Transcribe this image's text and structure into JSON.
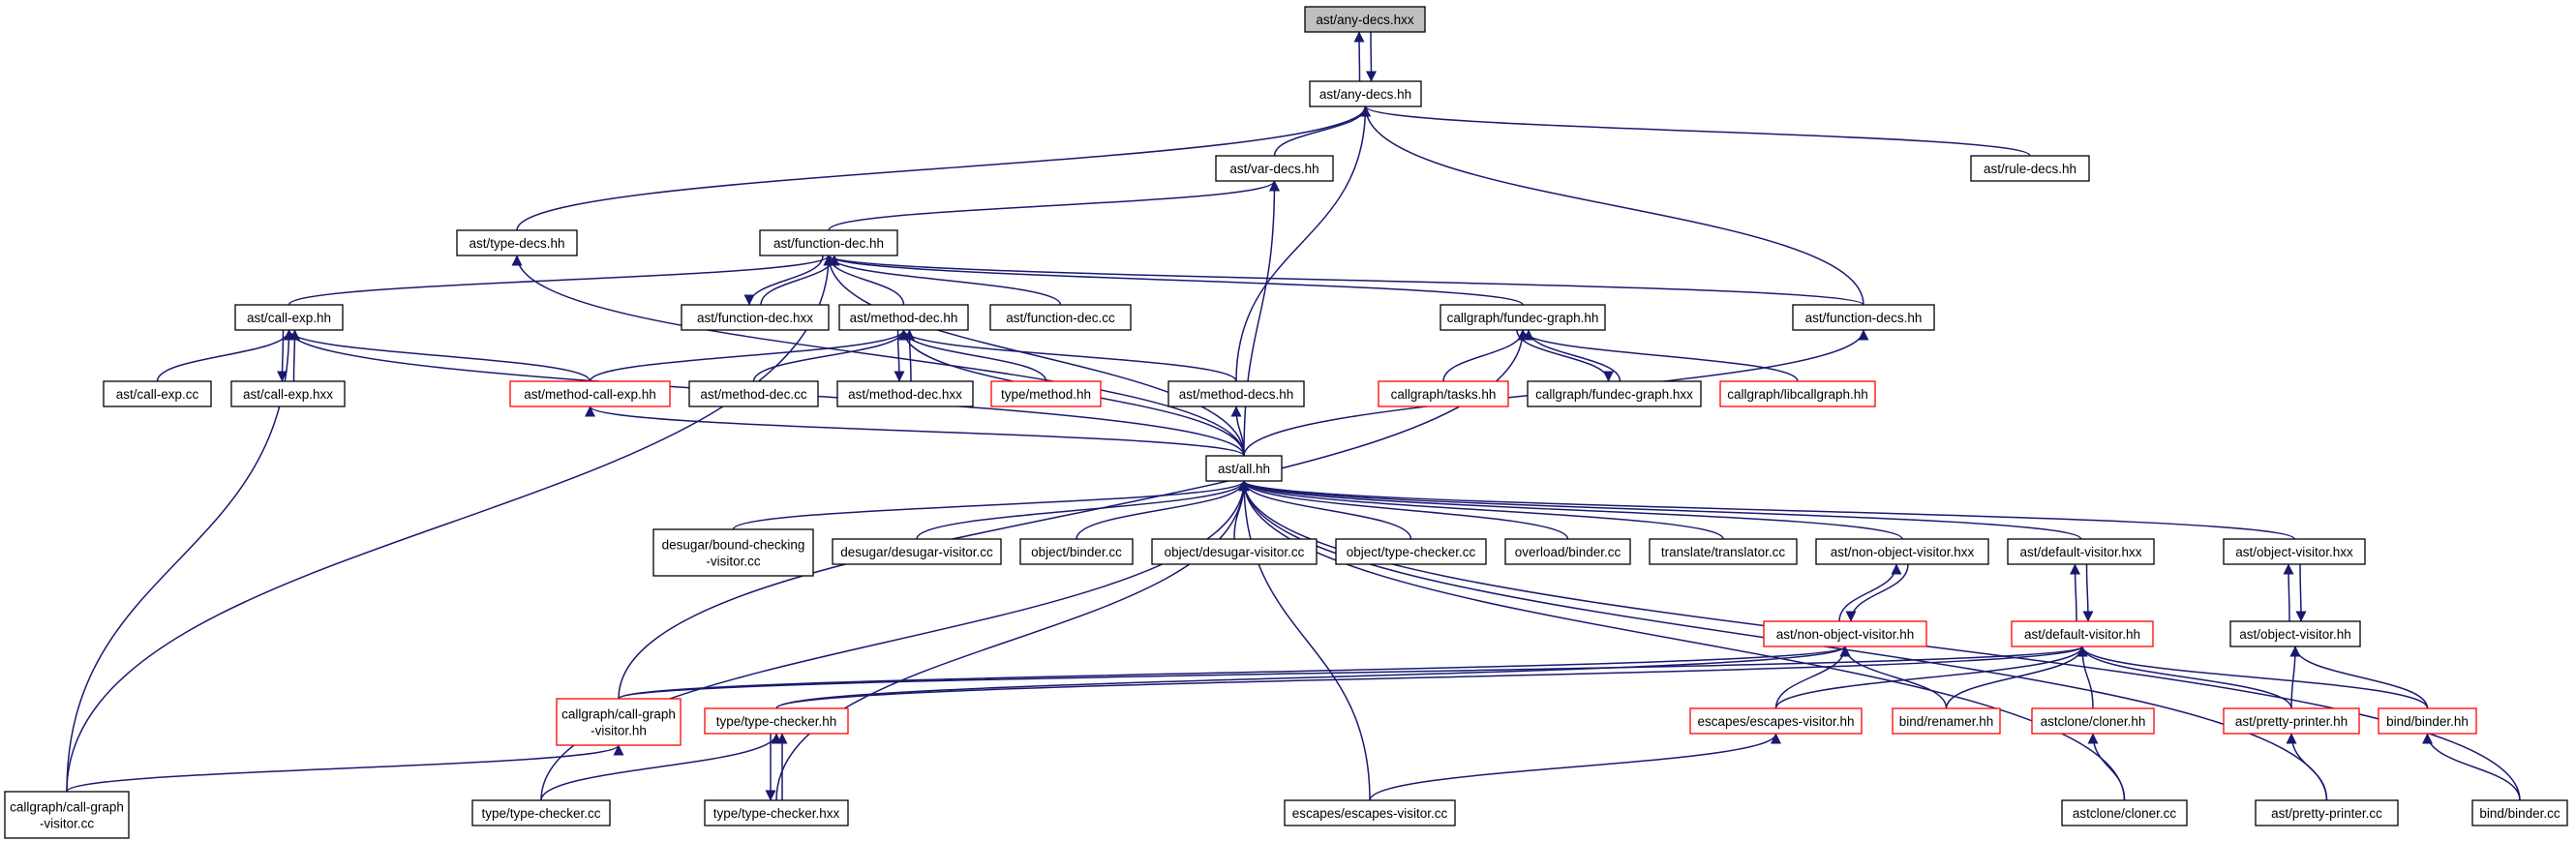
{
  "nodes": [
    {
      "id": "anydecs_hxx",
      "label": [
        "ast/any-decs.hxx"
      ],
      "style": "root"
    },
    {
      "id": "anydecs_hh",
      "label": [
        "ast/any-decs.hh"
      ],
      "style": "normal"
    },
    {
      "id": "vardecs_hh",
      "label": [
        "ast/var-decs.hh"
      ],
      "style": "normal"
    },
    {
      "id": "ruledecs_hh",
      "label": [
        "ast/rule-decs.hh"
      ],
      "style": "normal"
    },
    {
      "id": "typedecs_hh",
      "label": [
        "ast/type-decs.hh"
      ],
      "style": "normal"
    },
    {
      "id": "functiondec_hh",
      "label": [
        "ast/function-dec.hh"
      ],
      "style": "normal"
    },
    {
      "id": "callexp_hh",
      "label": [
        "ast/call-exp.hh"
      ],
      "style": "normal"
    },
    {
      "id": "functiondec_hxx",
      "label": [
        "ast/function-dec.hxx"
      ],
      "style": "normal"
    },
    {
      "id": "methoddec_hh",
      "label": [
        "ast/method-dec.hh"
      ],
      "style": "normal"
    },
    {
      "id": "functiondec_cc",
      "label": [
        "ast/function-dec.cc"
      ],
      "style": "normal"
    },
    {
      "id": "fundecgraph_hh",
      "label": [
        "callgraph/fundec-graph.hh"
      ],
      "style": "normal"
    },
    {
      "id": "functiondecs_hh",
      "label": [
        "ast/function-decs.hh"
      ],
      "style": "normal"
    },
    {
      "id": "callexp_cc",
      "label": [
        "ast/call-exp.cc"
      ],
      "style": "normal"
    },
    {
      "id": "callexp_hxx",
      "label": [
        "ast/call-exp.hxx"
      ],
      "style": "normal"
    },
    {
      "id": "methodcallexp_hh",
      "label": [
        "ast/method-call-exp.hh"
      ],
      "style": "red"
    },
    {
      "id": "methoddec_cc",
      "label": [
        "ast/method-dec.cc"
      ],
      "style": "normal"
    },
    {
      "id": "methoddec_hxx",
      "label": [
        "ast/method-dec.hxx"
      ],
      "style": "normal"
    },
    {
      "id": "typemethod_hh",
      "label": [
        "type/method.hh"
      ],
      "style": "red"
    },
    {
      "id": "methoddecs_hh",
      "label": [
        "ast/method-decs.hh"
      ],
      "style": "normal"
    },
    {
      "id": "cgtasks_hh",
      "label": [
        "callgraph/tasks.hh"
      ],
      "style": "red"
    },
    {
      "id": "fundecgraph_hxx",
      "label": [
        "callgraph/fundec-graph.hxx"
      ],
      "style": "normal"
    },
    {
      "id": "libcallgraph_hh",
      "label": [
        "callgraph/libcallgraph.hh"
      ],
      "style": "red"
    },
    {
      "id": "all_hh",
      "label": [
        "ast/all.hh"
      ],
      "style": "normal"
    },
    {
      "id": "boundchecking_cc",
      "label": [
        "desugar/bound-checking",
        "-visitor.cc"
      ],
      "style": "normal"
    },
    {
      "id": "desugarvisitor_cc",
      "label": [
        "desugar/desugar-visitor.cc"
      ],
      "style": "normal"
    },
    {
      "id": "objbinder_cc",
      "label": [
        "object/binder.cc"
      ],
      "style": "normal"
    },
    {
      "id": "objdesugar_cc",
      "label": [
        "object/desugar-visitor.cc"
      ],
      "style": "normal"
    },
    {
      "id": "objtypechecker_cc",
      "label": [
        "object/type-checker.cc"
      ],
      "style": "normal"
    },
    {
      "id": "overloadbinder_cc",
      "label": [
        "overload/binder.cc"
      ],
      "style": "normal"
    },
    {
      "id": "translator_cc",
      "label": [
        "translate/translator.cc"
      ],
      "style": "normal"
    },
    {
      "id": "nonobjvisitor_hxx",
      "label": [
        "ast/non-object-visitor.hxx"
      ],
      "style": "normal"
    },
    {
      "id": "defaultvisitor_hxx",
      "label": [
        "ast/default-visitor.hxx"
      ],
      "style": "normal"
    },
    {
      "id": "objvisitor_hxx",
      "label": [
        "ast/object-visitor.hxx"
      ],
      "style": "normal"
    },
    {
      "id": "nonobjvisitor_hh",
      "label": [
        "ast/non-object-visitor.hh"
      ],
      "style": "red"
    },
    {
      "id": "defaultvisitor_hh",
      "label": [
        "ast/default-visitor.hh"
      ],
      "style": "red"
    },
    {
      "id": "objvisitor_hh",
      "label": [
        "ast/object-visitor.hh"
      ],
      "style": "normal"
    },
    {
      "id": "callgraphvisitor_hh",
      "label": [
        "callgraph/call-graph",
        "-visitor.hh"
      ],
      "style": "red"
    },
    {
      "id": "typechecker_hh",
      "label": [
        "type/type-checker.hh"
      ],
      "style": "red"
    },
    {
      "id": "escapesvisitor_hh",
      "label": [
        "escapes/escapes-visitor.hh"
      ],
      "style": "red"
    },
    {
      "id": "renamer_hh",
      "label": [
        "bind/renamer.hh"
      ],
      "style": "red"
    },
    {
      "id": "cloner_hh",
      "label": [
        "astclone/cloner.hh"
      ],
      "style": "red"
    },
    {
      "id": "prettyprinter_hh",
      "label": [
        "ast/pretty-printer.hh"
      ],
      "style": "red"
    },
    {
      "id": "bindbinder_hh",
      "label": [
        "bind/binder.hh"
      ],
      "style": "red"
    },
    {
      "id": "callgraphvisitor_cc",
      "label": [
        "callgraph/call-graph",
        "-visitor.cc"
      ],
      "style": "normal"
    },
    {
      "id": "typechecker_cc",
      "label": [
        "type/type-checker.cc"
      ],
      "style": "normal"
    },
    {
      "id": "typechecker_hxx",
      "label": [
        "type/type-checker.hxx"
      ],
      "style": "normal"
    },
    {
      "id": "escapesvisitor_cc",
      "label": [
        "escapes/escapes-visitor.cc"
      ],
      "style": "normal"
    },
    {
      "id": "cloner_cc",
      "label": [
        "astclone/cloner.cc"
      ],
      "style": "normal"
    },
    {
      "id": "prettyprinter_cc",
      "label": [
        "ast/pretty-printer.cc"
      ],
      "style": "normal"
    },
    {
      "id": "bindbinder_cc",
      "label": [
        "bind/binder.cc"
      ],
      "style": "normal"
    }
  ],
  "edges": [
    [
      "anydecs_hh",
      "anydecs_hxx"
    ],
    [
      "anydecs_hxx",
      "anydecs_hh"
    ],
    [
      "vardecs_hh",
      "anydecs_hh"
    ],
    [
      "typedecs_hh",
      "anydecs_hh"
    ],
    [
      "ruledecs_hh",
      "anydecs_hh"
    ],
    [
      "functiondecs_hh",
      "anydecs_hh"
    ],
    [
      "methoddecs_hh",
      "anydecs_hh"
    ],
    [
      "functiondec_hh",
      "vardecs_hh"
    ],
    [
      "all_hh",
      "vardecs_hh"
    ],
    [
      "all_hh",
      "typedecs_hh"
    ],
    [
      "callexp_hh",
      "functiondec_hh"
    ],
    [
      "functiondec_hxx",
      "functiondec_hh"
    ],
    [
      "functiondec_hh",
      "functiondec_hxx"
    ],
    [
      "methoddec_hh",
      "functiondec_hh"
    ],
    [
      "functiondec_cc",
      "functiondec_hh"
    ],
    [
      "fundecgraph_hh",
      "functiondec_hh"
    ],
    [
      "functiondecs_hh",
      "functiondec_hh"
    ],
    [
      "all_hh",
      "functiondec_hh"
    ],
    [
      "callgraphvisitor_cc",
      "functiondec_hh"
    ],
    [
      "callexp_cc",
      "callexp_hh"
    ],
    [
      "callexp_hxx",
      "callexp_hh"
    ],
    [
      "callexp_hh",
      "callexp_hxx"
    ],
    [
      "methodcallexp_hh",
      "callexp_hh"
    ],
    [
      "all_hh",
      "callexp_hh"
    ],
    [
      "callgraphvisitor_cc",
      "callexp_hh"
    ],
    [
      "methodcallexp_hh",
      "methoddec_hh"
    ],
    [
      "methoddec_cc",
      "methoddec_hh"
    ],
    [
      "methoddec_hxx",
      "methoddec_hh"
    ],
    [
      "methoddec_hh",
      "methoddec_hxx"
    ],
    [
      "typemethod_hh",
      "methoddec_hh"
    ],
    [
      "methoddecs_hh",
      "methoddec_hh"
    ],
    [
      "all_hh",
      "methoddec_hh"
    ],
    [
      "cgtasks_hh",
      "fundecgraph_hh"
    ],
    [
      "fundecgraph_hxx",
      "fundecgraph_hh"
    ],
    [
      "fundecgraph_hh",
      "fundecgraph_hxx"
    ],
    [
      "libcallgraph_hh",
      "fundecgraph_hh"
    ],
    [
      "callgraphvisitor_hh",
      "fundecgraph_hh"
    ],
    [
      "all_hh",
      "functiondecs_hh"
    ],
    [
      "all_hh",
      "methodcallexp_hh"
    ],
    [
      "all_hh",
      "methoddecs_hh"
    ],
    [
      "boundchecking_cc",
      "all_hh"
    ],
    [
      "desugarvisitor_cc",
      "all_hh"
    ],
    [
      "objbinder_cc",
      "all_hh"
    ],
    [
      "objdesugar_cc",
      "all_hh"
    ],
    [
      "objtypechecker_cc",
      "all_hh"
    ],
    [
      "overloadbinder_cc",
      "all_hh"
    ],
    [
      "translator_cc",
      "all_hh"
    ],
    [
      "nonobjvisitor_hxx",
      "all_hh"
    ],
    [
      "defaultvisitor_hxx",
      "all_hh"
    ],
    [
      "objvisitor_hxx",
      "all_hh"
    ],
    [
      "typechecker_cc",
      "all_hh"
    ],
    [
      "typechecker_hxx",
      "all_hh"
    ],
    [
      "escapesvisitor_cc",
      "all_hh"
    ],
    [
      "cloner_cc",
      "all_hh"
    ],
    [
      "prettyprinter_cc",
      "all_hh"
    ],
    [
      "bindbinder_cc",
      "all_hh"
    ],
    [
      "nonobjvisitor_hh",
      "nonobjvisitor_hxx"
    ],
    [
      "nonobjvisitor_hxx",
      "nonobjvisitor_hh"
    ],
    [
      "defaultvisitor_hh",
      "defaultvisitor_hxx"
    ],
    [
      "defaultvisitor_hxx",
      "defaultvisitor_hh"
    ],
    [
      "objvisitor_hh",
      "objvisitor_hxx"
    ],
    [
      "objvisitor_hxx",
      "objvisitor_hh"
    ],
    [
      "callgraphvisitor_hh",
      "nonobjvisitor_hh"
    ],
    [
      "typechecker_hh",
      "nonobjvisitor_hh"
    ],
    [
      "escapesvisitor_hh",
      "nonobjvisitor_hh"
    ],
    [
      "renamer_hh",
      "nonobjvisitor_hh"
    ],
    [
      "callgraphvisitor_hh",
      "defaultvisitor_hh"
    ],
    [
      "typechecker_hh",
      "defaultvisitor_hh"
    ],
    [
      "escapesvisitor_hh",
      "defaultvisitor_hh"
    ],
    [
      "renamer_hh",
      "defaultvisitor_hh"
    ],
    [
      "cloner_hh",
      "defaultvisitor_hh"
    ],
    [
      "prettyprinter_hh",
      "defaultvisitor_hh"
    ],
    [
      "bindbinder_hh",
      "defaultvisitor_hh"
    ],
    [
      "prettyprinter_hh",
      "objvisitor_hh"
    ],
    [
      "bindbinder_hh",
      "objvisitor_hh"
    ],
    [
      "callgraphvisitor_cc",
      "callgraphvisitor_hh"
    ],
    [
      "typechecker_cc",
      "typechecker_hh"
    ],
    [
      "typechecker_hxx",
      "typechecker_hh"
    ],
    [
      "typechecker_hh",
      "typechecker_hxx"
    ],
    [
      "escapesvisitor_cc",
      "escapesvisitor_hh"
    ],
    [
      "cloner_cc",
      "cloner_hh"
    ],
    [
      "prettyprinter_cc",
      "prettyprinter_hh"
    ],
    [
      "bindbinder_cc",
      "bindbinder_hh"
    ]
  ]
}
